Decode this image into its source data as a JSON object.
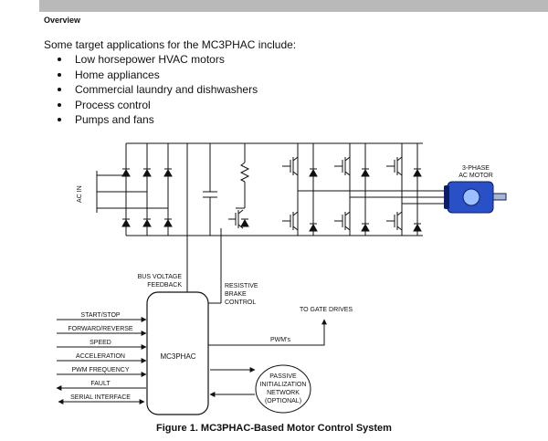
{
  "section_heading": "Overview",
  "intro": "Some target applications for the MC3PHAC include:",
  "applications": [
    "Low horsepower HVAC motors",
    "Home appliances",
    "Commercial laundry and dishwashers",
    "Process control",
    "Pumps and fans"
  ],
  "diagram": {
    "ac_in_label": "AC IN",
    "motor_label_1": "3-PHASE",
    "motor_label_2": "AC MOTOR",
    "bus_voltage_1": "BUS VOLTAGE",
    "bus_voltage_2": "FEEDBACK",
    "brake_1": "RESISTIVE",
    "brake_2": "BRAKE",
    "brake_3": "CONTROL",
    "gate_drives": "TO GATE DRIVES",
    "pwms": "PWM's",
    "controller": "MC3PHAC",
    "signals": [
      "START/STOP",
      "FORWARD/REVERSE",
      "SPEED",
      "ACCELERATION",
      "PWM FREQUENCY",
      "FAULT",
      "SERIAL INTERFACE"
    ],
    "passive_1": "PASSIVE",
    "passive_2": "INITIALIZATION",
    "passive_3": "NETWORK",
    "passive_4": "(OPTIONAL)"
  },
  "caption": "Figure 1. MC3PHAC-Based Motor Control System",
  "colors": {
    "header_bar": "#b9b9b9",
    "motor_body": "#2a50c8",
    "motor_dark": "#0c1f63"
  }
}
